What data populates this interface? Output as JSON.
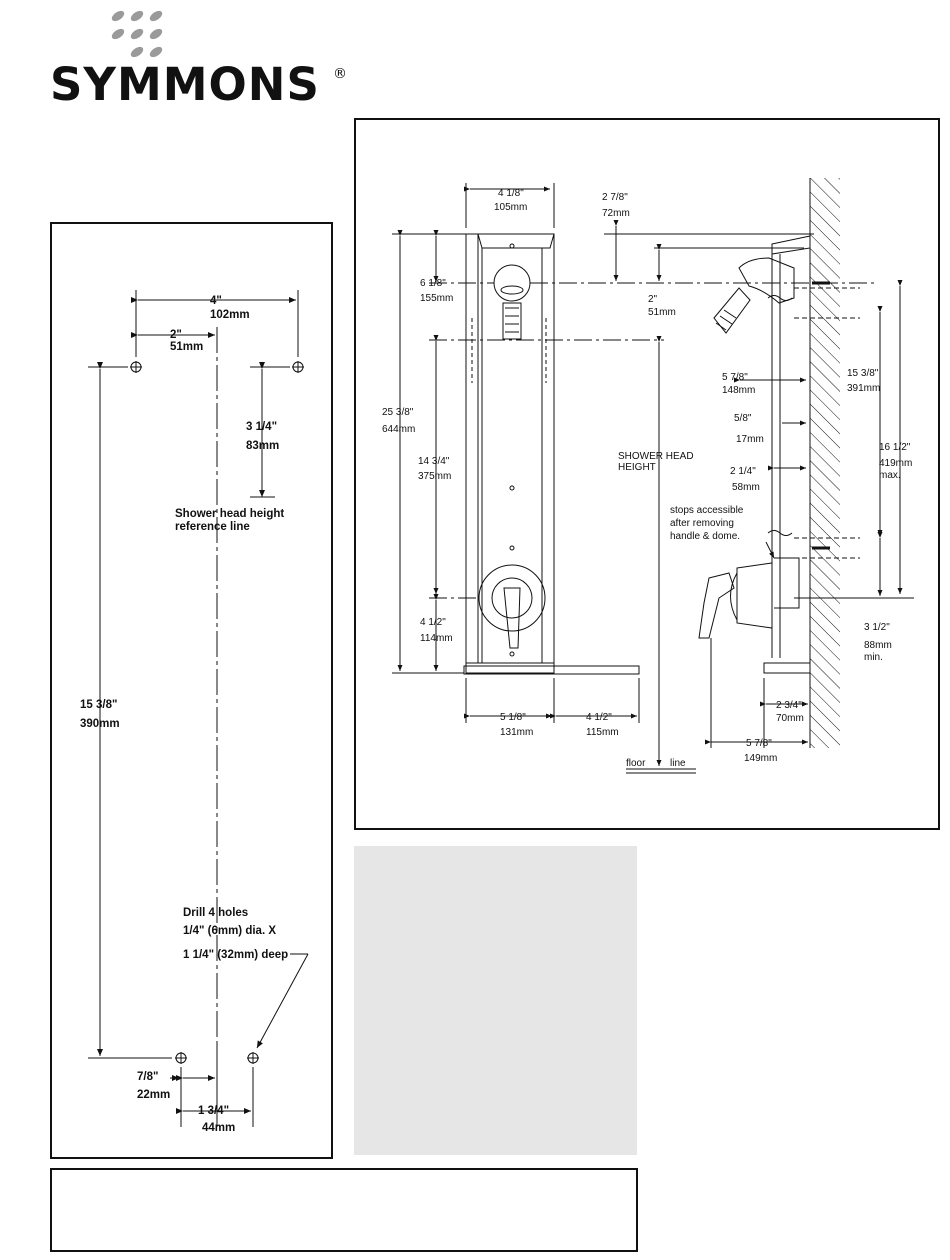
{
  "brand": {
    "name": "SYMMONS",
    "registered_mark": "®",
    "logo_icon": "dot-grid-icon",
    "accent_color": "#111111",
    "grey_dots_color": "#9a9a9a"
  },
  "template": {
    "title": "Drill 4 holes",
    "hole_spec_1": "1/4\" (6mm) dia. X",
    "hole_spec_2": "1 1/4\" (32mm) deep",
    "reference_line": "Shower head height",
    "reference_line_2": "reference line",
    "dims": {
      "width": "4\"",
      "width_mm": "102mm",
      "half_width": "2\"",
      "half_width_mm": "51mm",
      "top_offset": "3 1/4\"",
      "top_offset_mm": "83mm",
      "height": "15 3/8\"",
      "height_mm": "390mm",
      "bottom_left": "7/8\"",
      "bottom_left_mm": "22mm",
      "bottom_span": "1 3/4\"",
      "bottom_span_mm": "44mm"
    }
  },
  "front_view": {
    "top_width": "4 1/8\"",
    "top_width_mm": "105mm",
    "head_drop": "6 1/8\"",
    "head_drop_mm": "155mm",
    "overall": "25 3/8\"",
    "overall_mm": "644mm",
    "middle": "14 3/4\"",
    "middle_mm": "375mm",
    "bottom": "4 1/2\"",
    "bottom_mm": "114mm",
    "base_left": "5 1/8\"",
    "base_left_mm": "131mm",
    "base_right": "4 1/2\"",
    "base_right_mm": "115mm",
    "top_gap": "2 7/8\"",
    "top_gap_mm": "72mm",
    "head_offset": "2\"",
    "head_offset_mm": "51mm",
    "shower_head": "SHOWER HEAD",
    "shower_head_2": "HEIGHT",
    "floor": "floor",
    "floor_2": "line"
  },
  "side_view": {
    "arm": "5 7/8\"",
    "arm_mm": "148mm",
    "wall_gap": "5/8\"",
    "wall_gap_mm": "17mm",
    "depth": "2 1/4\"",
    "depth_mm": "58mm",
    "supply": "15 3/8\"",
    "supply_mm": "391mm",
    "max_h": "16 1/2\"",
    "max_h_mm": "419mm",
    "max_label": "max.",
    "min_h": "3 1/2\"",
    "min_h_mm": "88mm",
    "min_label": "min.",
    "base_depth": "2 3/4\"",
    "base_depth_mm": "70mm",
    "total_depth": "5 7/8\"",
    "total_depth_mm": "149mm",
    "stops_1": "stops accessible",
    "stops_2": "after removing",
    "stops_3": "handle & dome."
  }
}
